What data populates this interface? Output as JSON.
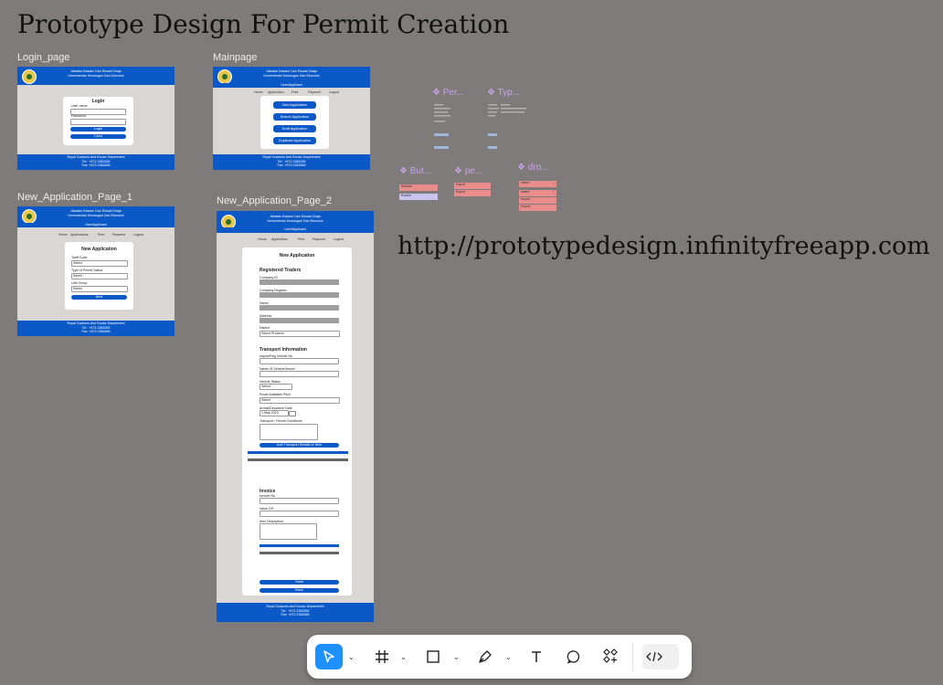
{
  "title": "Prototype Design For Permit Creation",
  "url": "http://prototypedesign.infinityfreeapp.com",
  "frames": {
    "login": "Login_page",
    "main": "Mainpage",
    "newapp1": "New_Application_Page_1",
    "newapp2": "New_Application_Page_2"
  },
  "org": {
    "line1": "Jabatan Kastam Dan Eksais Diraja",
    "line2": "Kementerian Kewangan Dan Ekonomi",
    "user": "User/Applicant"
  },
  "footer": {
    "line1": "Royal Customs And Excise Department",
    "line2": "Tel : +673 2383255",
    "line3": "Fax: +673 2382665"
  },
  "login": {
    "heading": "Login",
    "user_label": "User name",
    "pass_label": "Password",
    "login_btn": "Login",
    "clear_btn": "Clear"
  },
  "main": {
    "nav": [
      "Home",
      "Application",
      "Print",
      "Payment",
      "Logout"
    ],
    "buttons": [
      "New Application",
      "Search Application",
      "Draft Application",
      "Duplicate Application"
    ]
  },
  "newapp1": {
    "nav": [
      "Home",
      "Applications",
      "Print",
      "Payment",
      "Logout"
    ],
    "heading": "New Application",
    "fields": [
      "Tariff Code",
      "Type of Permit Status",
      "Unit Group"
    ],
    "select": "Select",
    "next_btn": "Next"
  },
  "newapp2": {
    "nav": [
      "Home",
      "Application",
      "Print",
      "Payment",
      "Logout"
    ],
    "heading": "New Application",
    "sec_traders": "Registered Traders",
    "trader_fields": [
      "Company ID",
      "Company Register",
      "Name",
      "Address"
    ],
    "district_label": "District",
    "district_value": "Select Province",
    "sec_transport": "Transport Information",
    "transport_fields": [
      "Import/Reg Vehicle No",
      "Name Of Vehicle/Vessel"
    ],
    "select_label": "Vehicle Status",
    "select_value": "Select",
    "origin_label": "Route Available Price",
    "origin_value": "Select",
    "date_label": "Arrival/Departure Date",
    "date_value": "1 May 2023",
    "remarks_label": "Transport / Permit Conditions",
    "add_btn": "Add Transport Details to Item",
    "sec_invoice": "Invoice",
    "invoice_fields": [
      "Invoice No",
      "Value CIF"
    ],
    "desc_label": "Item Description",
    "save_btn": "Save",
    "back_btn": "Back"
  },
  "components": {
    "permit": "Per...",
    "type": "Typ...",
    "button": "But...",
    "pe": "pe...",
    "dropdown": "dro..."
  },
  "component_items": {
    "b1": "Disable",
    "b2": "Enable",
    "p1": "Import",
    "p2": "Export",
    "d1": "select",
    "d2": "select",
    "d3": "Import",
    "d4": "Export"
  },
  "colors": {
    "canvas": "#7f7b7a",
    "brand": "#0b58c7",
    "frame_bg": "#d9d6d4",
    "component": "#c9a3e6",
    "active_tool": "#1e90ff"
  }
}
